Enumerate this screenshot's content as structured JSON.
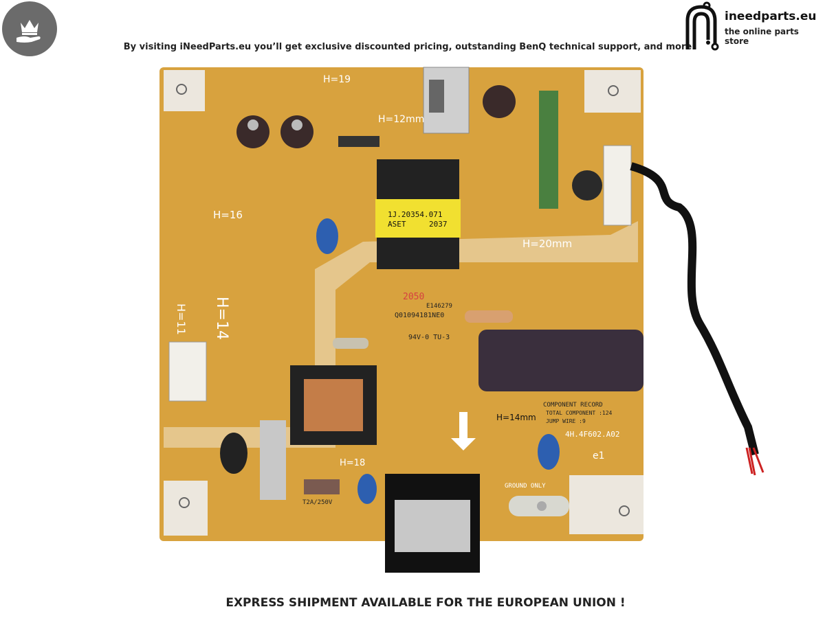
{
  "header": {
    "promo_text": "By visiting iNeedParts.eu you’ll get exclusive discounted pricing, outstanding BenQ technical support, and more",
    "badge_icon": "crown-hand-icon"
  },
  "brand": {
    "name": "ineedparts.eu",
    "tagline": "the online parts store",
    "logo_icon": "circuit-n-logo-icon"
  },
  "footer": {
    "shipping_text": "EXPRESS SHIPMENT AVAILABLE FOR THE EUROPEAN UNION !"
  },
  "board_markings": {
    "transformer_label_1": "1J.20354.071",
    "transformer_label_2": "ASET",
    "transformer_label_3": "2037",
    "pcb_code": "Q01094181NE0",
    "ul_code": "E146279",
    "rating": "94V-0 TU-3",
    "date_code": "2050",
    "component_record": "COMPONENT RECORD",
    "total_component": "TOTAL COMPONENT :124",
    "jump_wire": "JUMP WIRE :9",
    "board_part": "4H.4F602.A02",
    "fuse": "T2A/250V",
    "ground_only": "GROUND ONLY",
    "h19": "H=19",
    "h12": "H=12mm",
    "h20": "H=20mm",
    "h16": "H=16",
    "h14": "H=14",
    "h11": "H=11",
    "h14mm": "H=14mm",
    "h18": "H=18",
    "e1": "e1",
    "colors": {
      "pcb": "#d9a640",
      "pcb_light": "#e9d6b0",
      "capacitor_dark": "#3a2a2a",
      "capacitor_blue": "#2d5fb0",
      "connector_white": "#f2f0ea"
    }
  }
}
